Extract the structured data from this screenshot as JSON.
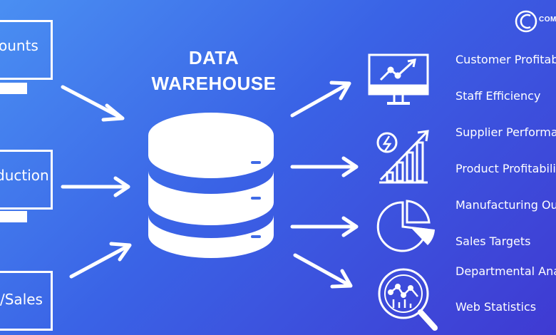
{
  "title": {
    "line1": "DATA",
    "line2": "WAREHOUSE"
  },
  "sources": [
    {
      "label": "ounts"
    },
    {
      "label": "duction"
    },
    {
      "label": "/Sales"
    }
  ],
  "outputs": [
    {
      "label": "Customer Profitab"
    },
    {
      "label": "Staff Efficiency"
    },
    {
      "label": "Supplier Performa"
    },
    {
      "label": "Product Profitabili"
    },
    {
      "label": "Manufacturing Out"
    },
    {
      "label": "Sales Targets"
    },
    {
      "label": "Departmental Anal"
    },
    {
      "label": "Web Statistics"
    }
  ],
  "logo": {
    "letter": "C",
    "text": "COMPUT"
  },
  "icons": [
    "trend-monitor-icon",
    "growth-chart-icon",
    "pie-chart-icon",
    "magnifier-chart-icon",
    "database-icon"
  ],
  "colors": {
    "background_start": "#4a8ff2",
    "background_end": "#3f3ad2",
    "foreground": "#ffffff"
  }
}
